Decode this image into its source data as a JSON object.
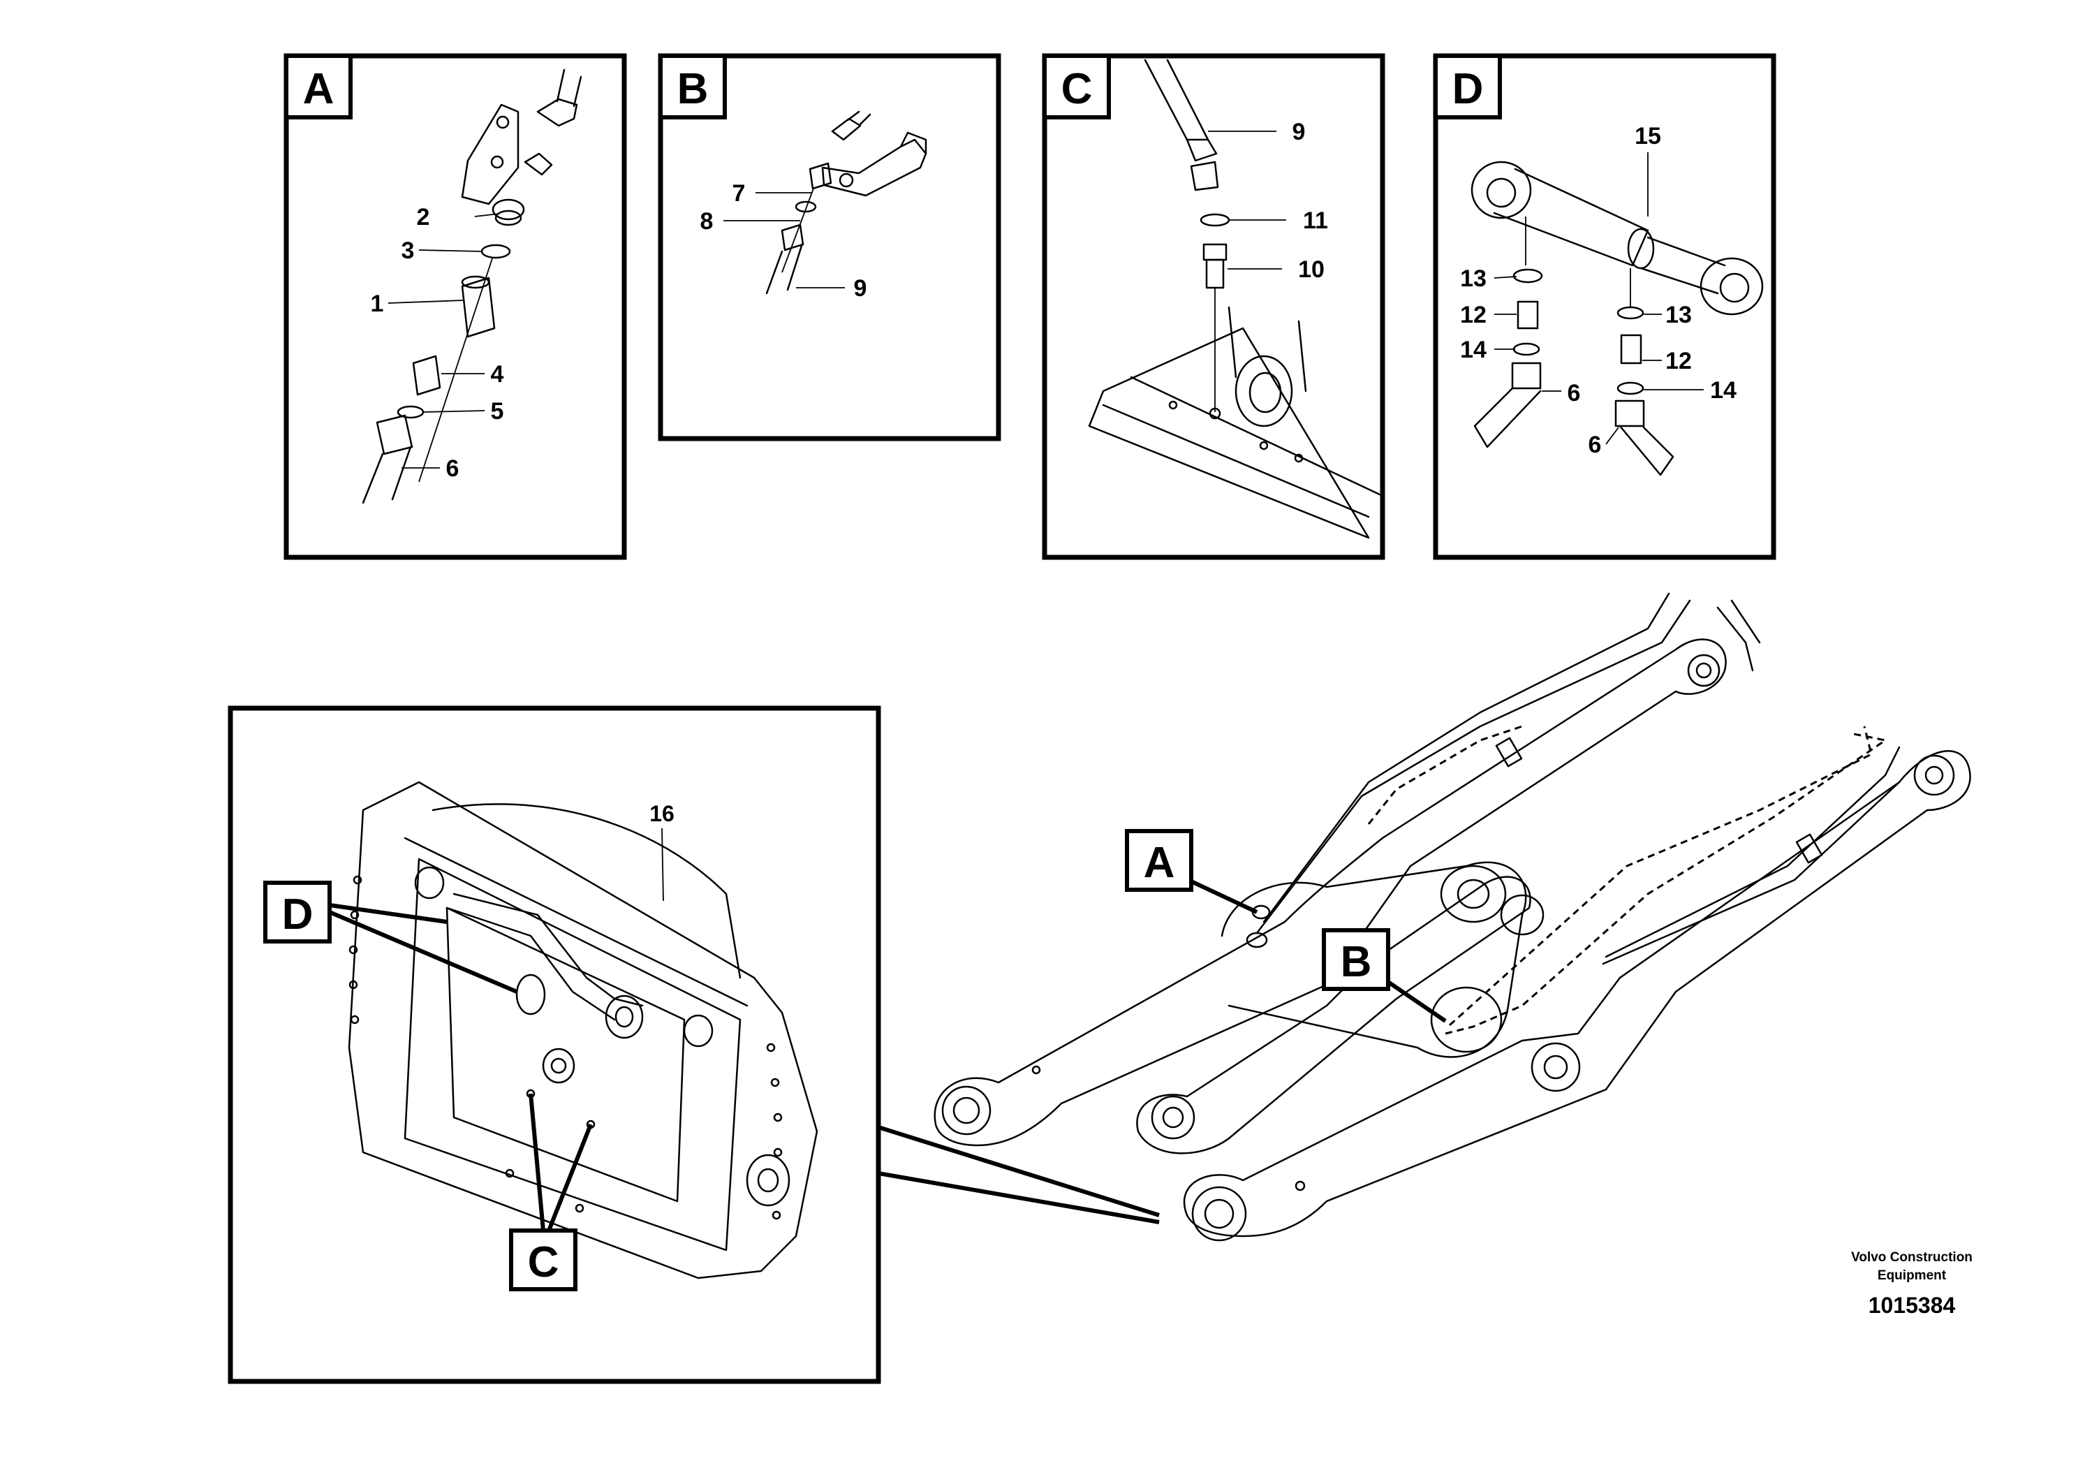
{
  "detail_panels": [
    {
      "tag": "A",
      "callouts": [
        "2",
        "3",
        "1",
        "4",
        "5",
        "6"
      ]
    },
    {
      "tag": "B",
      "callouts": [
        "7",
        "8",
        "9"
      ]
    },
    {
      "tag": "C",
      "callouts": [
        "9",
        "11",
        "10"
      ]
    },
    {
      "tag": "D",
      "callouts": [
        "15",
        "13",
        "12",
        "14",
        "6",
        "13",
        "12",
        "14",
        "6"
      ]
    }
  ],
  "main_view": {
    "inset_callout": "16",
    "inset_tags": [
      "D",
      "C"
    ],
    "arm_tags": [
      "A",
      "B"
    ]
  },
  "footer": {
    "company_line1": "Volvo Construction",
    "company_line2": "Equipment",
    "drawing_number": "1015384"
  }
}
